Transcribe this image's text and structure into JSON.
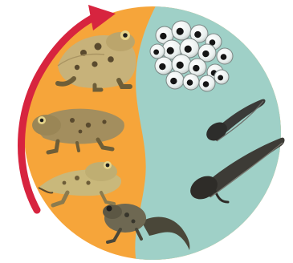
{
  "diagram": {
    "colors": {
      "orange": "#F6A53A",
      "teal": "#9FD0C7",
      "arrow": "#D7243F",
      "ink": "#1E1E1E",
      "frog_light": "#E6D58B",
      "frog_mid": "#BFA76A",
      "frog_dark": "#5A4A2E"
    },
    "stages": [
      {
        "id": "eggs",
        "icon": "frog-eggs-icon"
      },
      {
        "id": "young-tadpole",
        "icon": "young-tadpole-icon"
      },
      {
        "id": "older-tadpole",
        "icon": "older-tadpole-icon"
      },
      {
        "id": "froglet",
        "icon": "froglet-icon"
      },
      {
        "id": "young-frog",
        "icon": "young-frog-icon"
      },
      {
        "id": "juvenile-toad",
        "icon": "juvenile-toad-icon"
      },
      {
        "id": "adult-toad",
        "icon": "adult-toad-icon"
      }
    ]
  }
}
